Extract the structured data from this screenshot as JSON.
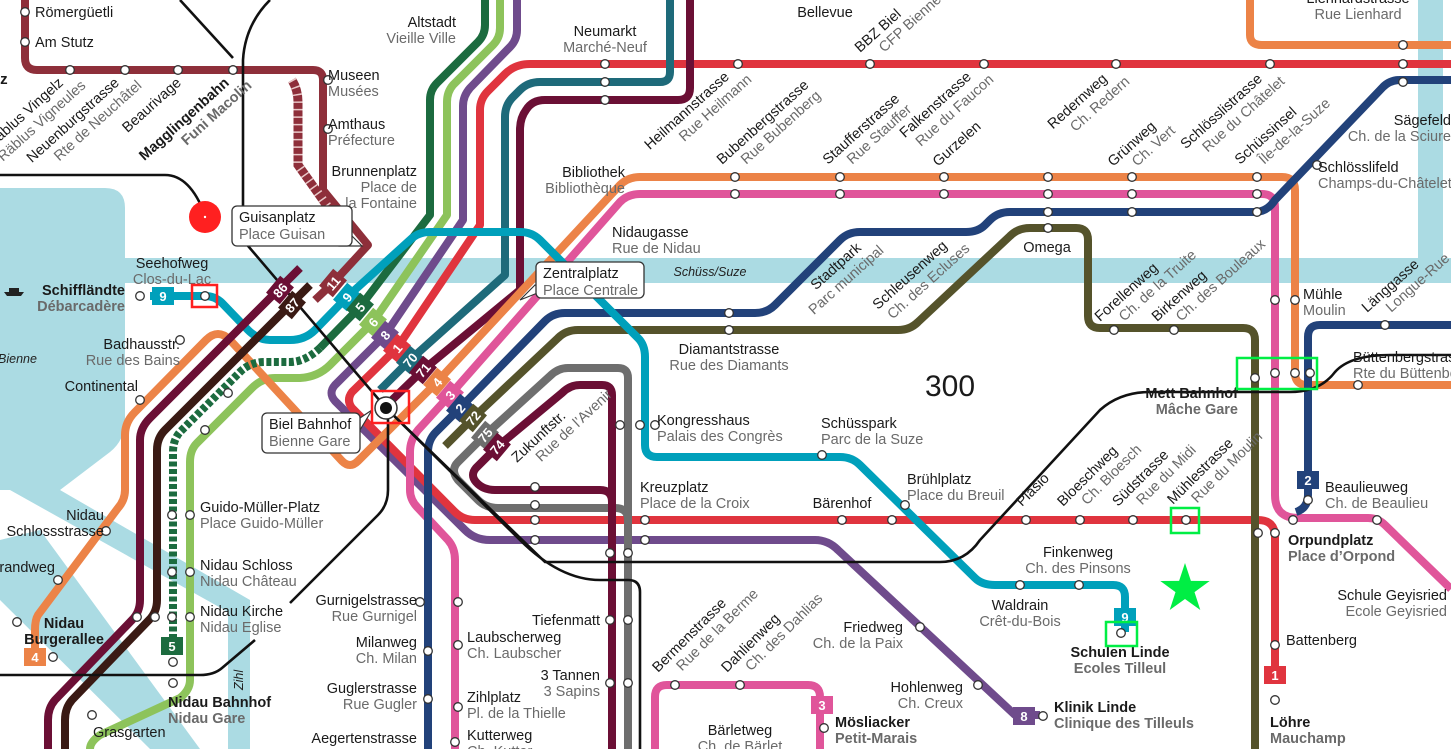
{
  "map": {
    "zone_number": "300",
    "river_label": "Schüss/Suze",
    "canal_label": "Zihl",
    "lake_label": "Bienne",
    "partial_label": "erz"
  },
  "line_colors": {
    "l1": "#e0343e",
    "l2": "#22427a",
    "l3": "#e0559a",
    "l4": "#ec8347",
    "l5": "#1c6b3f",
    "l6": "#8dc35b",
    "l8": "#6f4b8c",
    "l9": "#00a0bb",
    "l11": "#8e2f3a",
    "l70": "#1e6a7a",
    "l71": "#6b0f35",
    "l72": "#55532b",
    "l74": "#6b0f35",
    "l75": "#6e6e6e",
    "l86": "#6b0f35",
    "l87": "#3a1a14",
    "water": "#abdbe3",
    "rail": "#111111",
    "marker_red": "#ff2020",
    "marker_green": "#00ee44"
  },
  "badges": [
    {
      "route": "86",
      "color": "l86"
    },
    {
      "route": "87",
      "color": "l87"
    },
    {
      "route": "11",
      "color": "l11"
    },
    {
      "route": "9",
      "color": "l9"
    },
    {
      "route": "5",
      "color": "l5"
    },
    {
      "route": "6",
      "color": "l6"
    },
    {
      "route": "8",
      "color": "l8"
    },
    {
      "route": "1",
      "color": "l1"
    },
    {
      "route": "70",
      "color": "l70"
    },
    {
      "route": "71",
      "color": "l71"
    },
    {
      "route": "4",
      "color": "l4"
    },
    {
      "route": "3",
      "color": "l3"
    },
    {
      "route": "2",
      "color": "l2"
    },
    {
      "route": "72",
      "color": "l72"
    },
    {
      "route": "75",
      "color": "l75"
    },
    {
      "route": "74",
      "color": "l74"
    },
    {
      "route": "9",
      "color": "l9"
    },
    {
      "route": "9",
      "color": "l9"
    },
    {
      "route": "5",
      "color": "l5"
    },
    {
      "route": "4",
      "color": "l4"
    },
    {
      "route": "8",
      "color": "l8"
    },
    {
      "route": "3",
      "color": "l3"
    },
    {
      "route": "2",
      "color": "l2"
    },
    {
      "route": "1",
      "color": "l1"
    }
  ],
  "callouts": {
    "guisanplatz": {
      "de": "Guisanplatz",
      "fr": "Place Guisan"
    },
    "zentralplatz": {
      "de": "Zentralplatz",
      "fr": "Place Centrale"
    },
    "bahnhof": {
      "de": "Biel Bahnhof",
      "fr": "Bienne Gare"
    }
  },
  "stations": {
    "roemergueetli": {
      "de": "Römergüetli"
    },
    "amstutz": {
      "de": "Am Stutz"
    },
    "raeblus": {
      "de": "Räblus Vingelz",
      "fr": "Räblus Vigneules"
    },
    "neuenburg": {
      "de": "Neuenburgstrasse",
      "fr": "Rte de Neuchâtel"
    },
    "beaurivage": {
      "de": "Beaurivage"
    },
    "magglingen": {
      "de": "Magglingenbahn",
      "fr": "Funi Macolin"
    },
    "museen": {
      "de": "Museen",
      "fr": "Musées"
    },
    "amthaus": {
      "de": "Amthaus",
      "fr": "Préfecture"
    },
    "brunnenplatz": {
      "de": "Brunnenplatz",
      "fr": "Place de",
      "fr2": "la Fontaine"
    },
    "altstadt": {
      "de": "Altstadt",
      "fr": "Vieille Ville"
    },
    "neumarkt": {
      "de": "Neumarkt",
      "fr": "Marché-Neuf"
    },
    "bellevue": {
      "de": "Bellevue"
    },
    "bbz": {
      "de": "BBZ Biel",
      "fr": "CFP Bienne"
    },
    "heilmann": {
      "de": "Heilmannstrasse",
      "fr": "Rue Heilmann"
    },
    "bubenberg": {
      "de": "Bubenbergstrasse",
      "fr": "Rue Bubenberg"
    },
    "stauffer": {
      "de": "Staufferstrasse",
      "fr": "Rue Stauffer"
    },
    "falken": {
      "de": "Falkenstrasse",
      "fr": "Rue du Faucon"
    },
    "gurzelen": {
      "de": "Gurzelen"
    },
    "redern": {
      "de": "Redernweg",
      "fr": "Ch. Redern"
    },
    "gruenweg": {
      "de": "Grünweg",
      "fr": "Ch. Vert"
    },
    "schloesslistr": {
      "de": "Schlösslistrasse",
      "fr": "Rue du Châtelet"
    },
    "schuessinsel": {
      "de": "Schüssinsel",
      "fr": "Île-de-la-Suze"
    },
    "lienhard": {
      "de": "Lienhardstrasse",
      "fr": "Rue Lienhard"
    },
    "saegefeld": {
      "de": "Sägefeld",
      "fr": "Ch. de la Sciure"
    },
    "schloesslifeld": {
      "de": "Schlösslifeld",
      "fr": "Champs-du-Châtelet"
    },
    "bibliothek": {
      "de": "Bibliothek",
      "fr": "Bibliothèque"
    },
    "nidaugasse": {
      "de": "Nidaugasse",
      "fr": "Rue de Nidau"
    },
    "omega": {
      "de": "Omega"
    },
    "stadtpark": {
      "de": "Stadtpark",
      "fr": "Parc municipal"
    },
    "schleusenweg": {
      "de": "Schleusenweg",
      "fr": "Ch. des Ecluses"
    },
    "forellenweg": {
      "de": "Forellenweg",
      "fr": "Ch. de la Truite"
    },
    "birkenweg": {
      "de": "Birkenweg",
      "fr": "Ch. des Bouleaux"
    },
    "muehle": {
      "de": "Mühle",
      "fr": "Moulin"
    },
    "laenggasse": {
      "de": "Länggasse",
      "fr": "Longue-Rue"
    },
    "buettenberg": {
      "de": "Büttenbergstrasse",
      "fr": "Rte du Büttenberg"
    },
    "mett": {
      "de": "Mett Bahnhof",
      "fr": "Mâche Gare"
    },
    "diamant": {
      "de": "Diamantstrasse",
      "fr": "Rue des Diamants"
    },
    "kongresshaus": {
      "de": "Kongresshaus",
      "fr": "Palais des Congrès"
    },
    "schuesspark": {
      "de": "Schüsspark",
      "fr": "Parc de la Suze"
    },
    "bruehlplatz": {
      "de": "Brühlplatz",
      "fr": "Place du Breuil"
    },
    "kreuzplatz": {
      "de": "Kreuzplatz",
      "fr": "Place de la Croix"
    },
    "baerenhof": {
      "de": "Bärenhof"
    },
    "piasio": {
      "de": "Piasio"
    },
    "bloeschweg": {
      "de": "Bloeschweg",
      "fr": "Ch. Bloesch"
    },
    "suedstrasse": {
      "de": "Südstrasse",
      "fr": "Rue du Midi"
    },
    "muehlestrasse": {
      "de": "Mühlestrasse",
      "fr": "Rue du Moulin"
    },
    "beaulieuweg": {
      "de": "Beaulieuweg",
      "fr": "Ch. de Beaulieu"
    },
    "orpundplatz": {
      "de": "Orpundplatz",
      "fr": "Place d’Orpond"
    },
    "finkenweg": {
      "de": "Finkenweg",
      "fr": "Ch. des Pinsons"
    },
    "waldrain": {
      "de": "Waldrain",
      "fr": "Crêt-du-Bois"
    },
    "schulenlinde": {
      "de": "Schulen Linde",
      "fr": "Ecoles Tilleul"
    },
    "geyisried": {
      "de": "Schule Geyisried",
      "fr": "Ecole Geyisried"
    },
    "battenberg": {
      "de": "Battenberg"
    },
    "loehre": {
      "de": "Löhre",
      "fr": "Mauchamp"
    },
    "kliniklinde": {
      "de": "Klinik Linde",
      "fr": "Clinique des Tilleuls"
    },
    "friedweg": {
      "de": "Friedweg",
      "fr": "Ch. de la Paix"
    },
    "hohlenweg": {
      "de": "Hohlenweg",
      "fr": "Ch. Creux"
    },
    "moesliacker": {
      "de": "Mösliacker",
      "fr": "Petit-Marais"
    },
    "baerletweg": {
      "de": "Bärletweg",
      "fr": "Ch. de Bärlet"
    },
    "bermen": {
      "de": "Bermenstrasse",
      "fr": "Rue de la Berme"
    },
    "dahlien": {
      "de": "Dahlienweg",
      "fr": "Ch. des Dahlias"
    },
    "zukunft": {
      "de": "Zukunftstr.",
      "fr": "Rue de l’Avenir"
    },
    "tiefenmatt": {
      "de": "Tiefenmatt"
    },
    "tannen": {
      "de": "3 Tannen",
      "fr": "3 Sapins"
    },
    "laubscher": {
      "de": "Laubscherweg",
      "fr": "Ch. Laubscher"
    },
    "zihlplatz": {
      "de": "Zihlplatz",
      "fr": "Pl. de la Thielle"
    },
    "kutterweg": {
      "de": "Kutterweg",
      "fr": "Ch. Kutter"
    },
    "gurnigel": {
      "de": "Gurnigelstrasse",
      "fr": "Rue Gurnigel"
    },
    "milanweg": {
      "de": "Milanweg",
      "fr": "Ch. Milan"
    },
    "gugler": {
      "de": "Guglerstrasse",
      "fr": "Rue Gugler"
    },
    "aegerten": {
      "de": "Aegertenstrasse"
    },
    "guidomueller": {
      "de": "Guido-Müller-Platz",
      "fr": "Place Guido-Müller"
    },
    "nidauschloss": {
      "de": "Nidau Schloss",
      "fr": "Nidau Château"
    },
    "nidaukirche": {
      "de": "Nidau Kirche",
      "fr": "Nidau Eglise"
    },
    "nidaubahnhof": {
      "de": "Nidau Bahnhof",
      "fr": "Nidau Gare"
    },
    "grasgarten": {
      "de": "Grasgarten"
    },
    "nidauschlossstr": {
      "de": "Nidau",
      "fr": "Schlossstrasse"
    },
    "strandweg": {
      "de": "Strandweg"
    },
    "burgerallee": {
      "de": "Nidau",
      "fr": "Burgerallee"
    },
    "badhaus": {
      "de": "Badhausstr.",
      "fr": "Rue des Bains"
    },
    "continental": {
      "de": "Continental"
    },
    "seehofweg": {
      "de": "Seehofweg",
      "fr": "Clos-du-Lac"
    },
    "schifflaendte": {
      "de": "Schiffländte",
      "fr": "Débarcadère"
    }
  }
}
